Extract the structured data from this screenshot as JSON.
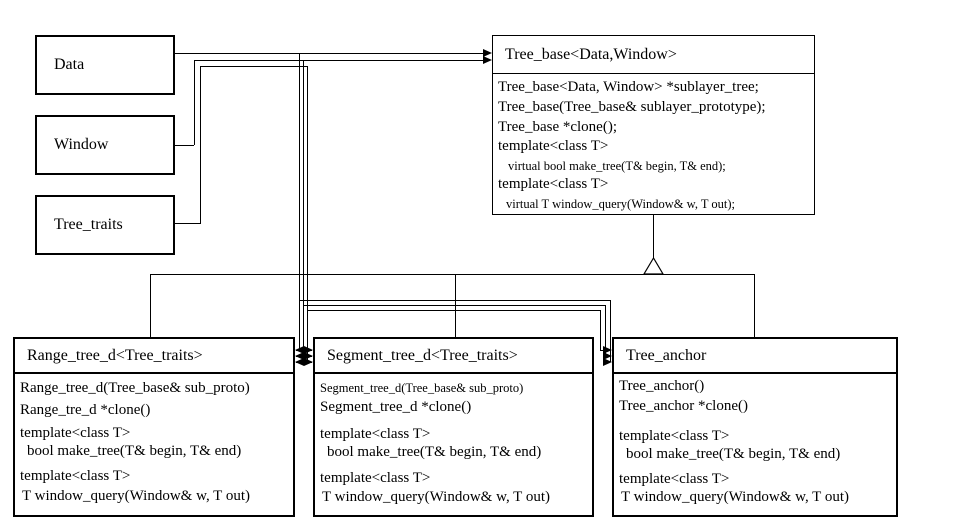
{
  "param_boxes": {
    "data": {
      "label": "Data"
    },
    "window": {
      "label": "Window"
    },
    "tree_traits": {
      "label": "Tree_traits"
    }
  },
  "classes": {
    "tree_base": {
      "title": "Tree_base<Data,Window>",
      "members": [
        "Tree_base<Data, Window> *sublayer_tree;",
        "Tree_base(Tree_base& sublayer_prototype);",
        "Tree_base *clone();",
        "template<class T>",
        "virtual bool make_tree(T& begin, T& end);",
        "template<class T>",
        "virtual T window_query(Window& w, T out);"
      ]
    },
    "range_tree_d": {
      "title": "Range_tree_d<Tree_traits>",
      "members": [
        "Range_tree_d(Tree_base& sub_proto)",
        "Range_tre_d *clone()",
        "template<class T>",
        "bool make_tree(T& begin, T& end)",
        "template<class T>",
        "T window_query(Window& w, T out)"
      ]
    },
    "segment_tree_d": {
      "title": "Segment_tree_d<Tree_traits>",
      "members": [
        "Segment_tree_d(Tree_base& sub_proto)",
        "Segment_tree_d *clone()",
        "template<class T>",
        "bool make_tree(T& begin, T& end)",
        "template<class T>",
        "T window_query(Window& w, T out)"
      ]
    },
    "tree_anchor": {
      "title": "Tree_anchor",
      "members": [
        "Tree_anchor()",
        "Tree_anchor *clone()",
        "template<class T>",
        "bool make_tree(T& begin, T& end)",
        "template<class T>",
        "T window_query(Window& w, T out)"
      ]
    }
  },
  "colors": {
    "line": "#000000",
    "background": "#ffffff",
    "text": "#000000"
  }
}
